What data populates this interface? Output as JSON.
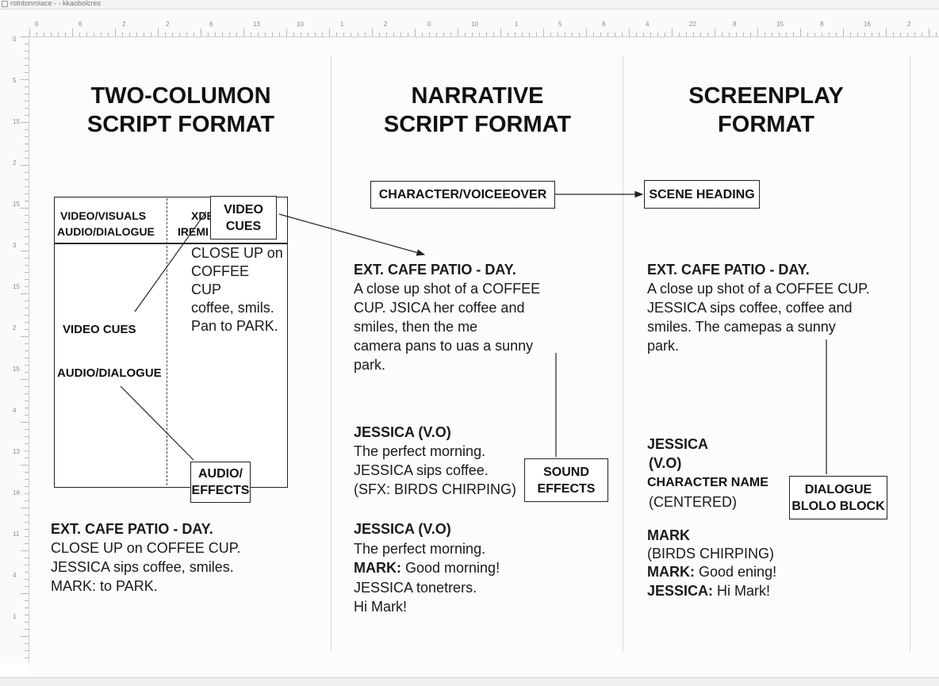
{
  "window": {
    "title": "rotntonroiace - - kkaobolcres"
  },
  "rulers": {
    "top_labels": [
      "0",
      "6",
      "2",
      "2",
      "6",
      "13",
      "10",
      "1",
      "2",
      "0",
      "10",
      "1",
      "5",
      "8",
      "4",
      "22",
      "8",
      "15",
      "8",
      "16",
      "2"
    ],
    "left_labels": [
      "0",
      "5",
      "15",
      "2",
      "15",
      "3",
      "15",
      "2",
      "15",
      "4",
      "13",
      "16",
      "11",
      "4",
      "1"
    ]
  },
  "two_column": {
    "title_line1": "TWO-COLUMON",
    "title_line2": "SCRIPT FORMAT",
    "table_header_left_line1": "VIDEO/VISUALS",
    "table_header_left_line2": "AUDIO/DIALOGUE",
    "table_header_right_line1": "XDE",
    "table_header_right_line2": "IREMI",
    "video_cues_box_line1": "VIDEO",
    "video_cues_box_line2": "CUES",
    "cell_right": [
      "CLOSE UP on",
      "COFFEE",
      "CUP",
      "coffee, smils.",
      "Pan to PARK."
    ],
    "video_cues_label": "VIDEO CUES",
    "audio_dialogue_label": "AUDIO/DIALOGUE",
    "audio_effects_box_line1": "AUDIO/",
    "audio_effects_box_line2": "EFFECTS",
    "bottom_heading": "EXT. CAFE PATIO - DAY.",
    "bottom_lines": [
      "CLOSE UP on COFFEE CUP.",
      "JESSICA sips coffee, smiles.",
      "MARK: to PARK."
    ]
  },
  "narrative": {
    "title_line1": "NARRATIVE",
    "title_line2": "SCRIPT FORMAT",
    "character_box": "CHARACTER/VOICEEOVER",
    "heading": "EXT. CAFE PATIO - DAY.",
    "paragraph": [
      "A close up shot of a COFFEE",
      "CUP. JSICA her coffee and",
      "smiles, then the me",
      "camera pans to uas a sunny",
      "park."
    ],
    "vo1_name": "JESSICA (V.O)",
    "vo1_lines": [
      "The perfect morning.",
      "JESSICA sips coffee.",
      "(SFX: BIRDS CHIRPING)"
    ],
    "sound_box_line1": "SOUND",
    "sound_box_line2": "EFFECTS",
    "vo2_name": "JESSICA (V.O)",
    "vo2_line1": "The perfect morning.",
    "vo2_mark_name": "MARK:",
    "vo2_mark_text": " Good morning!",
    "vo2_line3": "JESSICA tonetrers.",
    "vo2_line4": "Hi Mark!"
  },
  "screenplay": {
    "title_line1": "SCREENPLAY",
    "title_line2": "FORMAT",
    "scene_box": "SCENE HEADING",
    "heading": "EXT. CAFE PATIO - DAY.",
    "paragraph": [
      "A close up shot of a COFFEE CUP.",
      "JESSICA sips coffee, coffee and",
      "smiles. The camepas a sunny",
      "park."
    ],
    "char_line1": "JESSICA",
    "char_line2": "(V.O)",
    "char_name_label": "CHARACTER NAME",
    "char_centered": "(CENTERED)",
    "dialogue_box_line1": "DIALOGUE",
    "dialogue_box_line2": "BLOLO BLOCK",
    "mark_name": "MARK",
    "birds": "(BIRDS CHIRPING)",
    "mark_label": "MARK:",
    "mark_text": " Good ening!",
    "jessica_label": "JESSICA:",
    "jessica_text": " Hi Mark!"
  }
}
